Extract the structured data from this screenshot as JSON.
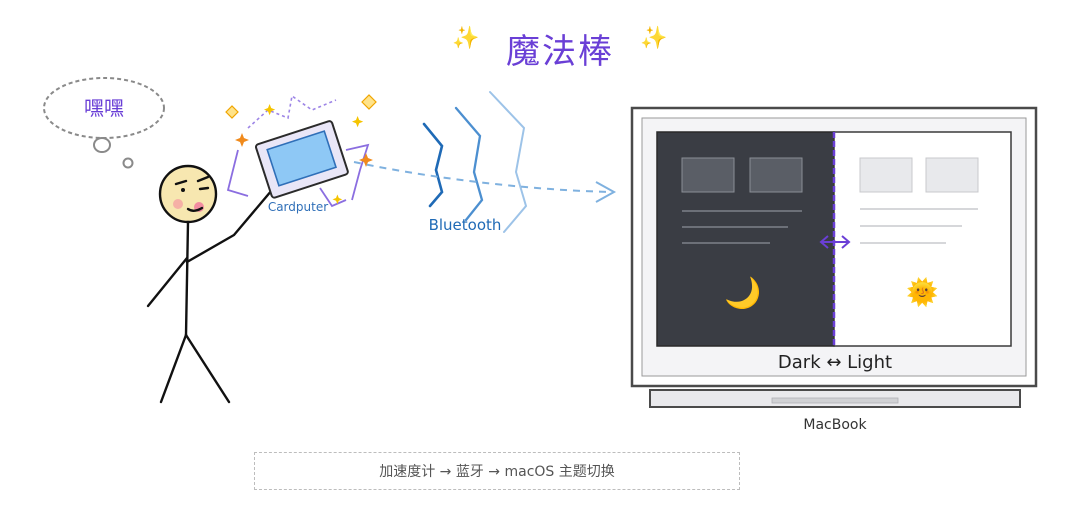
{
  "title": "魔法棒",
  "title_sparkle": "✨",
  "thought_bubble": {
    "text": "嘿嘿"
  },
  "device": {
    "label": "Cardputer"
  },
  "connection": {
    "label": "Bluetooth"
  },
  "laptop": {
    "name": "MacBook",
    "caption": "Dark ↔ Light",
    "dark_icon": "crescent-moon-icon",
    "light_icon": "sun-icon",
    "moon_glyph": "🌙",
    "sun_glyph": "🌞"
  },
  "flow_text": "加速度计 → 蓝牙 → macOS 主题切换",
  "colors": {
    "accent_purple": "#6a3fd6",
    "bluetooth_blue": "#1f6ab6",
    "dark_panel": "#3a3d44",
    "light_panel": "#ffffff",
    "device_screen": "#8ec8f5",
    "sparkle_gold": "#f5b400"
  }
}
